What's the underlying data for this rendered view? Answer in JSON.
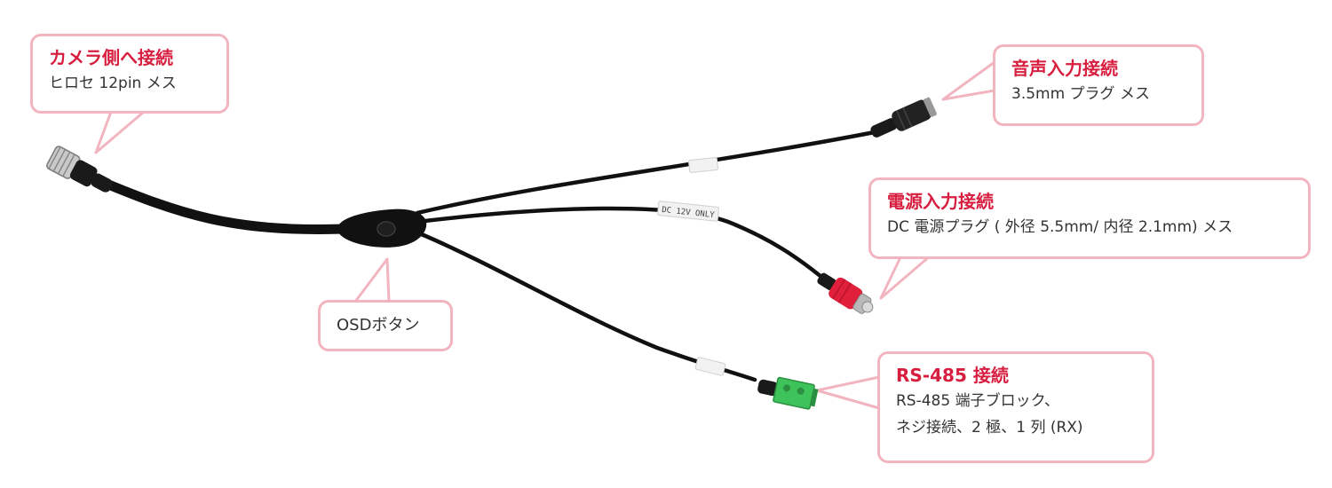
{
  "callouts": {
    "camera": {
      "title": "カメラ側へ接続",
      "lines": [
        "ヒロセ 12pin メス"
      ]
    },
    "audio": {
      "title": "音声入力接続",
      "lines": [
        "3.5mm プラグ  メス"
      ]
    },
    "power": {
      "title": "電源入力接続",
      "lines": [
        "DC 電源プラグ ( 外径 5.5mm/ 内径 2.1mm) メス"
      ]
    },
    "osd": {
      "label": "OSDボタン"
    },
    "rs485": {
      "title": "RS-485 接続",
      "lines": [
        "RS-485 端子ブロック、",
        "ネジ接続、2 極、1 列 (RX)"
      ]
    }
  },
  "cable_tags": {
    "power": "DC 12V ONLY"
  },
  "colors": {
    "accent": "#d81e3f",
    "callout_border": "#f2b5c0",
    "cable": "#111111",
    "power_plug": "#e0203a",
    "terminal_block": "#3ec25a"
  }
}
